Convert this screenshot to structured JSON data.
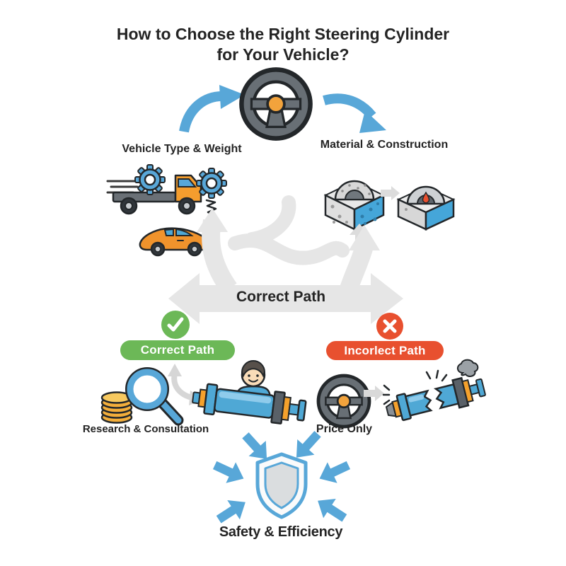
{
  "title": {
    "line1": "How to Choose the Right Steering Cylinder",
    "line2": "for Your Vehicle?"
  },
  "sections": {
    "factors": {
      "vehicle": {
        "label": "Vehicle Type & Weight",
        "icons": [
          "tow-truck-icon",
          "gear-icon",
          "gear-spring-icon",
          "sports-car-icon"
        ]
      },
      "material": {
        "label": "Material & Construction",
        "icons": [
          "porous-block-icon",
          "solid-block-icon",
          "arrow-right-icon",
          "arrow-up-icon"
        ]
      }
    },
    "hub": {
      "icon": "steering-wheel-icon",
      "arrows": [
        "curved-arrow-left-icon",
        "curved-arrow-right-icon"
      ]
    },
    "flow": {
      "center_label": "Correct Path",
      "icon": "flow-arrows-icon"
    },
    "paths": {
      "correct": {
        "badge": "Correct Path",
        "status_icon": "check-circle-icon",
        "step_label": "Research & Consultation",
        "icons": [
          "coins-magnifier-icon",
          "curved-swap-arrow-icon",
          "mechanic-cylinder-icon"
        ]
      },
      "incorrect": {
        "badge": "Incorlect Path",
        "status_icon": "x-circle-icon",
        "step_label": "Price Only",
        "icons": [
          "steering-wheel-icon",
          "arrow-right-icon",
          "broken-cylinder-icon",
          "smoke-icon"
        ]
      }
    },
    "outcome": {
      "label": "Safety & Efficiency",
      "icon": "shield-icon",
      "arrows_in": 6
    }
  },
  "colors": {
    "accent_blue": "#58A7D8",
    "success_green": "#6CB857",
    "error_red": "#E8502F",
    "accent_orange": "#F2A33C",
    "steel_gray": "#686F75",
    "flow_gray": "#E6E6E6",
    "outline": "#23272A",
    "text": "#242424",
    "background": "#FFFFFF"
  }
}
